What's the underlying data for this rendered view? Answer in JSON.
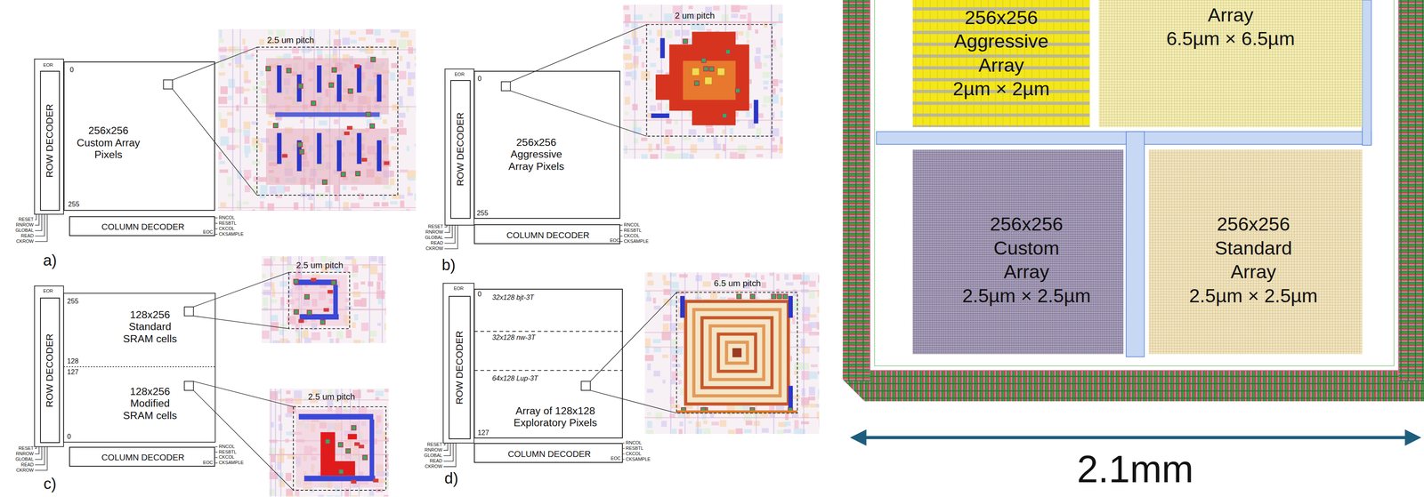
{
  "diagram": {
    "nodes": [
      {
        "text": [
          "ROW DECODER"
        ]
      },
      {
        "text": [
          "256x256 Custom Array Pixels"
        ]
      },
      {
        "text": [
          "COLUMN DECODER"
        ]
      },
      {
        "text": [
          "ROW DECODER"
        ]
      },
      {
        "text": [
          "256x256 Aggressive Array Pixels"
        ]
      },
      {
        "text": [
          "COLUMN DECODER"
        ]
      },
      {
        "text": [
          "ROW DECODER"
        ]
      },
      {
        "text": [
          "128x256 Standard SRAM cells"
        ]
      },
      {
        "text": [
          "128x256 Modified SRAM cells"
        ]
      },
      {
        "text": [
          "COLUMN DECODER"
        ]
      },
      {
        "text": [
          "ROW DECODER"
        ]
      },
      {
        "text": [
          "Array of 128x128 Exploratory Pixels"
        ]
      },
      {
        "text": [
          "COLUMN DECODER"
        ]
      },
      {
        "text": [
          "256x256 Aggressive Array",
          "2µm × 2µm"
        ]
      },
      {
        "text": [
          "Array",
          "6.5µm × 6.5µm"
        ]
      },
      {
        "text": [
          "256x256 Custom Array",
          "2.5µm × 2.5µm"
        ]
      },
      {
        "text": [
          "256x256 Standard Array",
          "2.5µm × 2.5µm"
        ]
      }
    ],
    "labels": [
      "EOR",
      "0",
      "255",
      "2.5 um pitch",
      "RESET",
      "RNROW",
      "GLOBAL",
      "READ",
      "CKROW",
      "RNCOL",
      "RESBTL",
      "CKCOL",
      "CKSAMPLE",
      "EOC",
      "a)",
      "EOR",
      "0",
      "255",
      "2 um pitch",
      "RESET",
      "RNROW",
      "GLOBAL",
      "READ",
      "CKROW",
      "RNCOL",
      "RESBTL",
      "CKCOL",
      "CKSAMPLE",
      "EOC",
      "b)",
      "EOR",
      "255",
      "128",
      "127",
      "0",
      "2.5 um pitch",
      "2.5 um pitch",
      "RESET",
      "RNROW",
      "GLOBAL",
      "READ",
      "CKROW",
      "RNCOL",
      "RESBTL",
      "CKCOL",
      "CKSAMPLE",
      "EOC",
      "c)",
      "EOR",
      "0",
      "127",
      "32x128 bjt-3T",
      "32x128 nw-3T",
      "64x128 Lup-3T",
      "6.5 um pitch",
      "RESET",
      "RNROW",
      "GLOBAL",
      "READ",
      "CKROW",
      "RNCOL",
      "RESBTL",
      "CKCOL",
      "CKSAMPLE",
      "EOC",
      "d)",
      "2.1mm"
    ]
  }
}
